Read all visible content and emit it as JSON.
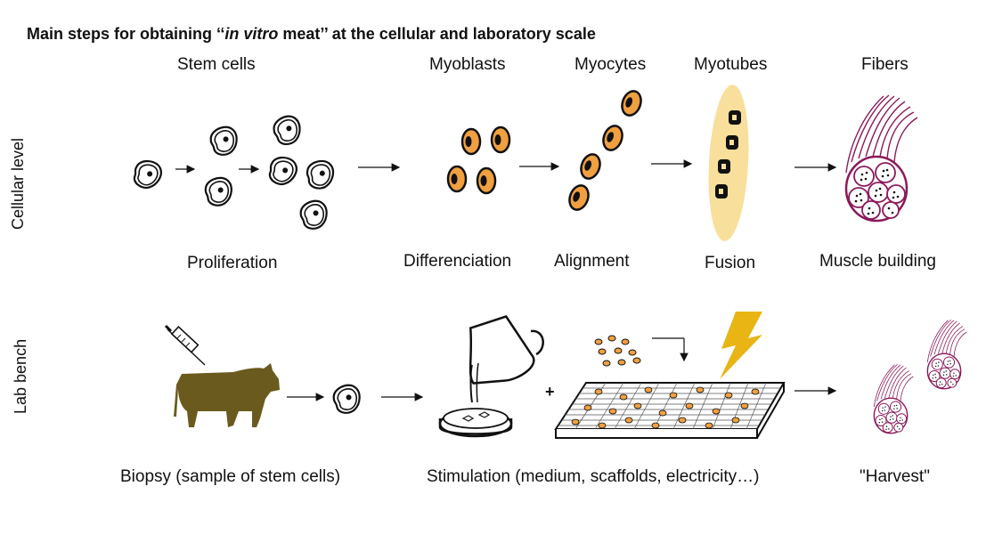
{
  "title": {
    "prefix": "Main steps for obtaining ‘‘",
    "italic": "in vitro",
    "suffix": " meat’’ at the cellular and laboratory scale"
  },
  "rows": {
    "cellular": "Cellular level",
    "lab": "Lab bench"
  },
  "top_labels": {
    "stem_cells": "Stem cells",
    "myoblasts": "Myoblasts",
    "myocytes": "Myocytes",
    "myotubes": "Myotubes",
    "fibers": "Fibers"
  },
  "steps": {
    "proliferation": "Proliferation",
    "differenciation": "Differenciation",
    "alignment": "Alignment",
    "fusion": "Fusion",
    "muscle_building": "Muscle building"
  },
  "lab_steps": {
    "biopsy": "Biopsy (sample of stem cells)",
    "stimulation": "Stimulation (medium, scaffolds, electricity…)",
    "harvest": "\"Harvest\""
  },
  "plus_sign": "+",
  "colors": {
    "cell_orange": "#f0a040",
    "myotube_fill": "#f9df9c",
    "cow": "#6b5a1e",
    "fiber": "#8b1a5a",
    "lightning": "#e8b514"
  }
}
